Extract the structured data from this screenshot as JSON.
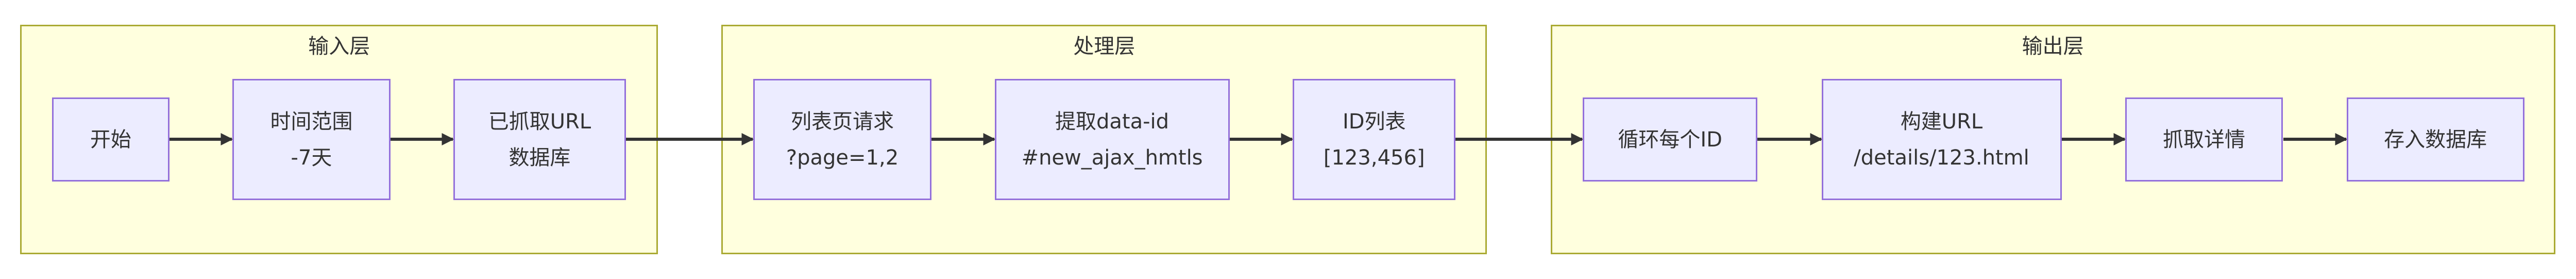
{
  "colors": {
    "cluster_fill": "#ffffde",
    "cluster_border": "#aaaa33",
    "node_fill": "#ececff",
    "node_border": "#9370db",
    "edge": "#333333"
  },
  "clusters": [
    {
      "title": "输入层"
    },
    {
      "title": "处理层"
    },
    {
      "title": "输出层"
    }
  ],
  "nodes": [
    {
      "lines": [
        "开始"
      ]
    },
    {
      "lines": [
        "时间范围",
        "-7天"
      ]
    },
    {
      "lines": [
        "已抓取URL",
        "数据库"
      ]
    },
    {
      "lines": [
        "列表页请求",
        "?page=1,2"
      ]
    },
    {
      "lines": [
        "提取data-id",
        "#new_ajax_hmtls"
      ]
    },
    {
      "lines": [
        "ID列表",
        "[123,456]"
      ]
    },
    {
      "lines": [
        "循环每个ID"
      ]
    },
    {
      "lines": [
        "构建URL",
        "/details/123.html"
      ]
    },
    {
      "lines": [
        "抓取详情"
      ]
    },
    {
      "lines": [
        "存入数据库"
      ]
    }
  ]
}
